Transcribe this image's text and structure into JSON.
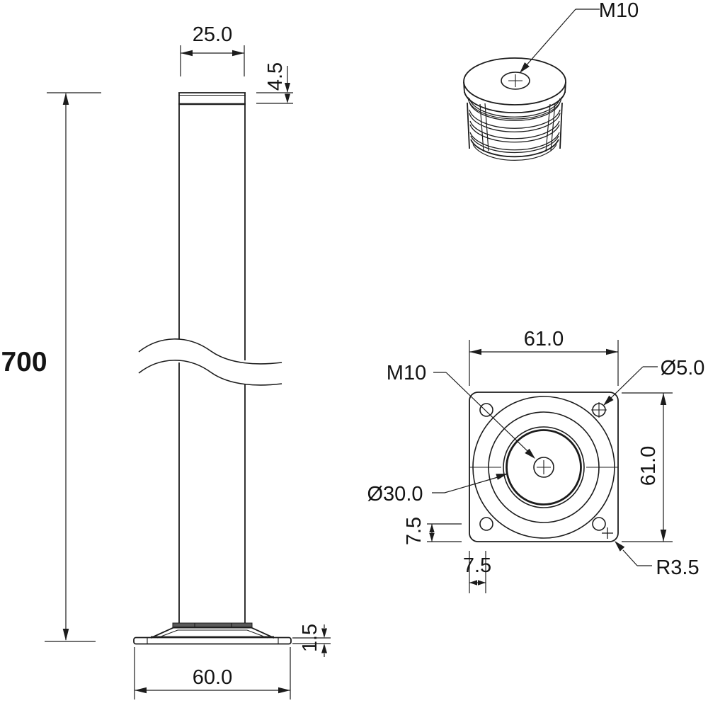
{
  "drawing": {
    "type": "technical-drawing",
    "views": {
      "front": {
        "name": "leg front view",
        "dim_top_width": "25.0",
        "dim_cap_height": "4.5",
        "dim_total_height": "700",
        "dim_base_width": "60.0",
        "dim_base_plate_thickness": "1.5"
      },
      "cap_iso": {
        "name": "threaded insert cap isometric view",
        "label_thread": "M10"
      },
      "plate_top": {
        "name": "base plate top view",
        "dim_width": "61.0",
        "dim_height": "61.0",
        "label_thread": "M10",
        "label_hole_diameter": "Ø5.0",
        "label_tube_diameter": "Ø30.0",
        "dim_hole_offset_vertical": "7.5",
        "dim_hole_offset_horizontal": "7.5",
        "label_corner_radius": "R3.5"
      }
    },
    "colors": {
      "line": "#1c1c1c",
      "background": "#ffffff",
      "collar_fill": "#5a5a5a"
    }
  }
}
